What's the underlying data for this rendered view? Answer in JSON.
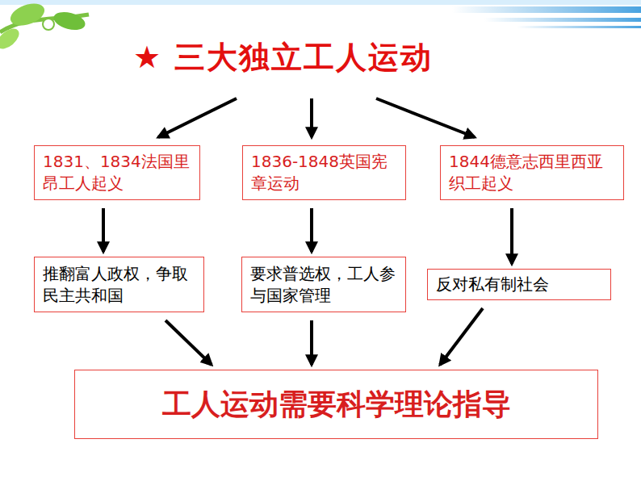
{
  "diagram": {
    "title": "★ 三大独立工人运动",
    "nodes": [
      {
        "text": [
          "1831、1834法国里昂工人起义"
        ]
      },
      {
        "text": [
          "1836-1848英国宪章运动"
        ]
      },
      {
        "text": [
          "1844德意志西里西亚织工起义"
        ]
      },
      {
        "text": [
          "推翻富人政权，争取民主共和国"
        ]
      },
      {
        "text": [
          "要求普选权，工人参与国家管理"
        ]
      },
      {
        "text": [
          "反对私有制社会"
        ]
      },
      {
        "text": [
          "工人运动需要科学理论指导"
        ]
      }
    ],
    "edges": [
      {
        "from": 0,
        "to": 3,
        "arrow": "to"
      },
      {
        "from": 1,
        "to": 4,
        "arrow": "to"
      },
      {
        "from": 2,
        "to": 5,
        "arrow": "to"
      },
      {
        "from": 3,
        "to": 6,
        "arrow": "to"
      },
      {
        "from": 4,
        "to": 6,
        "arrow": "to"
      },
      {
        "from": 5,
        "to": 6,
        "arrow": "to"
      }
    ]
  }
}
